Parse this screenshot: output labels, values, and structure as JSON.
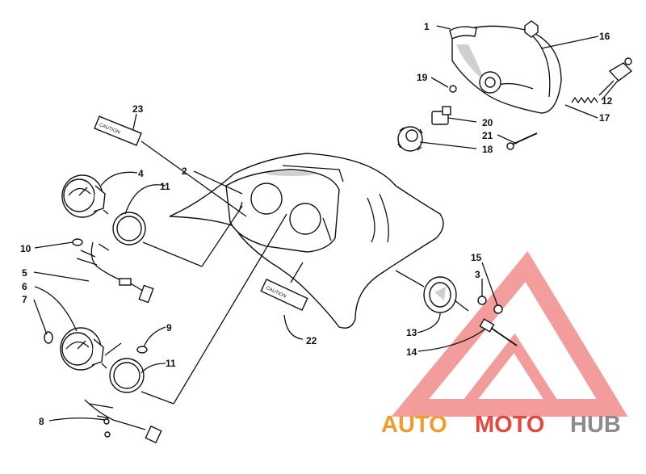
{
  "callouts": [
    {
      "id": "1"
    },
    {
      "id": "2"
    },
    {
      "id": "3"
    },
    {
      "id": "4"
    },
    {
      "id": "5"
    },
    {
      "id": "6"
    },
    {
      "id": "7"
    },
    {
      "id": "8"
    },
    {
      "id": "9"
    },
    {
      "id": "10"
    },
    {
      "id": "11"
    },
    {
      "id": "11"
    },
    {
      "id": "12"
    },
    {
      "id": "13"
    },
    {
      "id": "14"
    },
    {
      "id": "15"
    },
    {
      "id": "16"
    },
    {
      "id": "17"
    },
    {
      "id": "18"
    },
    {
      "id": "19"
    },
    {
      "id": "20"
    },
    {
      "id": "21"
    },
    {
      "id": "22"
    },
    {
      "id": "23"
    }
  ],
  "decal_text": "CAUTION",
  "watermark": {
    "part1": "AUTO",
    "part2": "MOTO",
    "part3": "HUB",
    "color_primary": "#f39c2b",
    "color_secondary": "#e8473d",
    "color_tertiary": "#8c8c8c"
  }
}
